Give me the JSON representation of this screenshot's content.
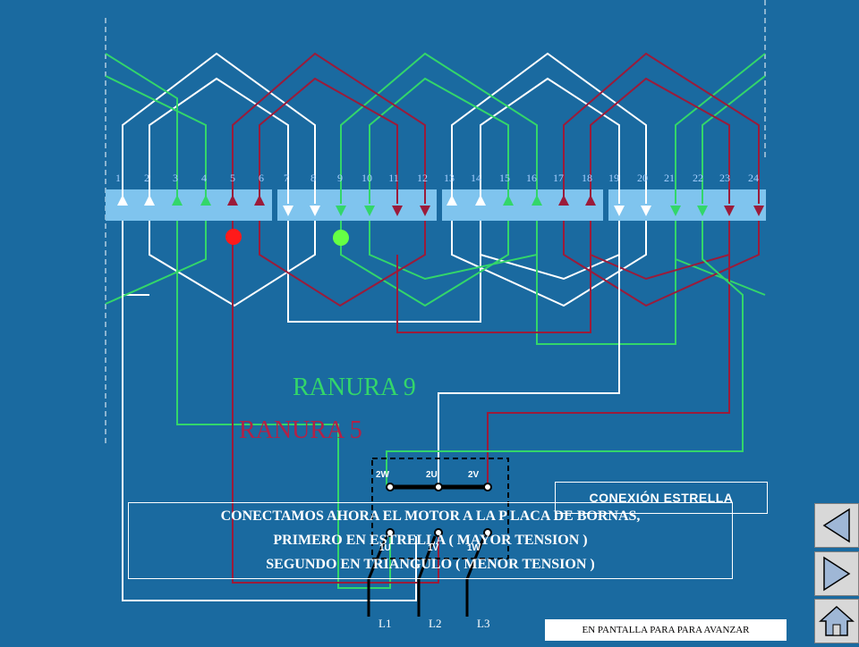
{
  "slots": [
    "1",
    "2",
    "3",
    "4",
    "5",
    "6",
    "7",
    "8",
    "9",
    "10",
    "11",
    "12",
    "13",
    "14",
    "15",
    "16",
    "17",
    "18",
    "19",
    "20",
    "21",
    "22",
    "23",
    "24"
  ],
  "labels": {
    "ranura9": "RANURA  9",
    "ranura5": "RANURA  5",
    "conexion": "CONEXIÓN  ESTRELLA"
  },
  "message": {
    "line1": "CONECTAMOS   AHORA   EL MOTOR  A  LA P LACA DE BORNAS,",
    "line2": "PRIMERO   EN  ESTRELLA    ( MAYOR TENSION )",
    "line3": "SEGUNDO   EN  TRIANGULO      ( MENOR TENSION )"
  },
  "terminals": {
    "top": [
      "2W",
      "2U",
      "2V"
    ],
    "bottom": [
      "1U",
      "1V",
      "1W"
    ]
  },
  "phases": [
    "L1",
    "L2",
    "L3"
  ],
  "advance_text": "EN PANTALLA PARA  PARA  AVANZAR",
  "colors": {
    "background": "#1a6aa0",
    "white_phase": "#ffffff",
    "green_phase": "#33d66a",
    "red_phase": "#9b1b3a",
    "slot_bar": "#7fc4ee"
  },
  "nav": [
    "back-icon",
    "forward-icon",
    "home-icon"
  ]
}
